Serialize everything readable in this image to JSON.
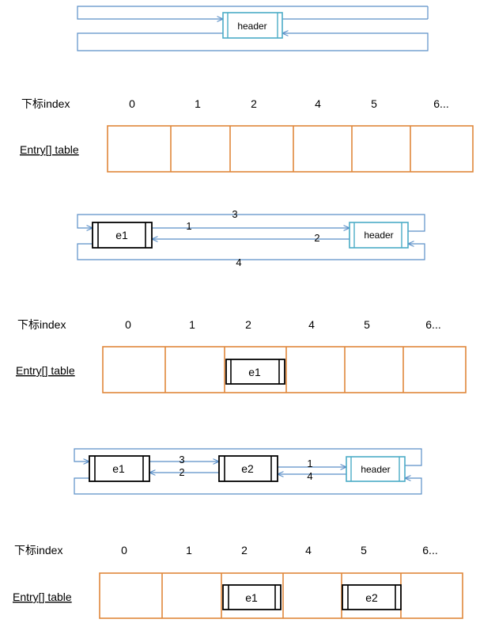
{
  "index_label": "下标index",
  "table_label": "Entry[] table",
  "index_values": [
    "0",
    "1",
    "2",
    "4",
    "5",
    "6..."
  ],
  "nodes": {
    "header": "header",
    "e1": "e1",
    "e2": "e2"
  },
  "link_numbers": {
    "one": "1",
    "two": "2",
    "three": "3",
    "four": "4"
  },
  "colors": {
    "link": "#5b8fc7",
    "header_box": "#4bacc6",
    "table_border": "#e0873a",
    "entry_box": "#000000"
  }
}
